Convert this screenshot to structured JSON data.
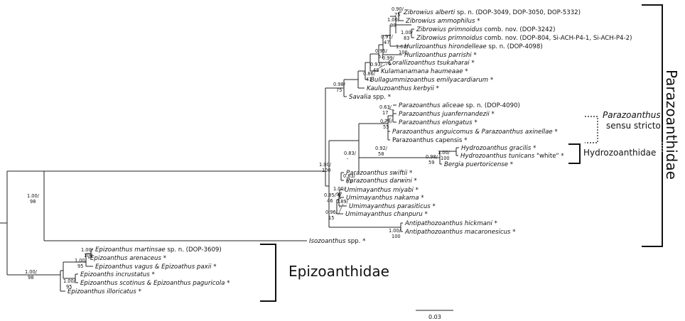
{
  "figure": {
    "scale_bar_label": "0.03",
    "families": {
      "parazoanthidae": "Parazoanthidae",
      "epizoanthidae": "Epizoanthidae",
      "hydrozoanthidae": "Hydrozoanthidae",
      "sensu_stricto_genus": "Parazoanthus",
      "sensu_stricto_suffix": "sensu stricto"
    }
  },
  "taxa": [
    {
      "id": "t1",
      "parts": [
        [
          "Zibrowius alberti",
          true
        ],
        [
          " sp. n. (DOP-3049, DOP-3050, DOP-5332)",
          false
        ]
      ]
    },
    {
      "id": "t2",
      "parts": [
        [
          "Zibrowius ammophilus",
          true
        ],
        [
          " *",
          false
        ]
      ]
    },
    {
      "id": "t3",
      "parts": [
        [
          "Zibrowius primnoidus",
          true
        ],
        [
          " comb. nov. (DOP-3242)",
          false
        ]
      ]
    },
    {
      "id": "t4",
      "parts": [
        [
          "Zibrowius primnoidus",
          true
        ],
        [
          " comb. nov. (DOP-804, Si-ACH-P4-1, Si-ACH-P4-2)",
          false
        ]
      ]
    },
    {
      "id": "t5",
      "parts": [
        [
          "Hurlizoanthus hirondelleae",
          true
        ],
        [
          " sp. n. (DOP-4098)",
          false
        ]
      ]
    },
    {
      "id": "t6",
      "parts": [
        [
          "Hurlizoanthus parrishi",
          true
        ],
        [
          " *",
          false
        ]
      ]
    },
    {
      "id": "t7",
      "parts": [
        [
          "Corallizoanthus tsukaharai",
          true
        ],
        [
          " *",
          false
        ]
      ]
    },
    {
      "id": "t8",
      "parts": [
        [
          "Kulamanamana haumeaae",
          true
        ],
        [
          " *",
          false
        ]
      ]
    },
    {
      "id": "t9",
      "parts": [
        [
          "Bullagummizoanthus emilyacardiarum",
          true
        ],
        [
          " *",
          false
        ]
      ]
    },
    {
      "id": "t10",
      "parts": [
        [
          "Kauluzoanthus kerbyii",
          true
        ],
        [
          " *",
          false
        ]
      ]
    },
    {
      "id": "t11",
      "parts": [
        [
          "Savalia",
          true
        ],
        [
          " spp.  *",
          false
        ]
      ]
    },
    {
      "id": "t12",
      "parts": [
        [
          "Parazoanthus aliceae",
          true
        ],
        [
          " sp. n. (DOP-4090)",
          false
        ]
      ]
    },
    {
      "id": "t13",
      "parts": [
        [
          "Parazoanthus juanfernandezii",
          true
        ],
        [
          " *",
          false
        ]
      ]
    },
    {
      "id": "t14",
      "parts": [
        [
          "Parazoanthus elongatus",
          true
        ],
        [
          " *",
          false
        ]
      ]
    },
    {
      "id": "t15",
      "parts": [
        [
          "Parazoanthus anguicomus & Parazoanthus axinellae",
          true
        ],
        [
          " *",
          false
        ]
      ]
    },
    {
      "id": "t16",
      "parts": [
        [
          "Parazoanthus capensis",
          false
        ],
        [
          "  *",
          false
        ]
      ]
    },
    {
      "id": "t17",
      "parts": [
        [
          "Hydrozoanthus gracilis",
          true
        ],
        [
          " *",
          false
        ]
      ]
    },
    {
      "id": "t18",
      "parts": [
        [
          "Hydrozoanthus tunicans",
          true
        ],
        [
          " \"white\"  *",
          false
        ]
      ]
    },
    {
      "id": "t19",
      "parts": [
        [
          "Bergia puertoricense",
          true
        ],
        [
          " *",
          false
        ]
      ]
    },
    {
      "id": "t20",
      "parts": [
        [
          "Parazoanthus swiftii",
          true
        ],
        [
          " *",
          false
        ]
      ]
    },
    {
      "id": "t21",
      "parts": [
        [
          "Parazoanthus darwini",
          true
        ],
        [
          " *",
          false
        ]
      ]
    },
    {
      "id": "t22",
      "parts": [
        [
          "Umimayanthus miyabi",
          true
        ],
        [
          " *",
          false
        ]
      ]
    },
    {
      "id": "t23",
      "parts": [
        [
          "Umimayanthus nakama",
          true
        ],
        [
          " *",
          false
        ]
      ]
    },
    {
      "id": "t24",
      "parts": [
        [
          "Umimayanthus parasiticus",
          true
        ],
        [
          " *",
          false
        ]
      ]
    },
    {
      "id": "t25",
      "parts": [
        [
          "Umimayanthus chanpuru",
          true
        ],
        [
          " *",
          false
        ]
      ]
    },
    {
      "id": "t26",
      "parts": [
        [
          "Antipathozoanthus hickmani",
          true
        ],
        [
          " *",
          false
        ]
      ]
    },
    {
      "id": "t27",
      "parts": [
        [
          "Antipathozoanthus macaronesicus",
          true
        ],
        [
          " *",
          false
        ]
      ]
    },
    {
      "id": "t28",
      "parts": [
        [
          "Isozoanthus",
          true
        ],
        [
          " spp.  *",
          false
        ]
      ]
    },
    {
      "id": "t29",
      "parts": [
        [
          "Epizoanthus martinsae",
          true
        ],
        [
          " sp. n. (DOP-3609)",
          false
        ]
      ]
    },
    {
      "id": "t30",
      "parts": [
        [
          "Epizoanthus arenaceus",
          true
        ],
        [
          " *",
          false
        ]
      ]
    },
    {
      "id": "t31",
      "parts": [
        [
          "Epizoanthus vagus & Epizoathus paxii",
          true
        ],
        [
          " *",
          false
        ]
      ]
    },
    {
      "id": "t32",
      "parts": [
        [
          "Epizoanths incrustatus",
          true
        ],
        [
          " *",
          false
        ]
      ]
    },
    {
      "id": "t33",
      "parts": [
        [
          "Epizoanthus scotinus & Epizoanthus paguricola",
          true
        ],
        [
          " *",
          false
        ]
      ]
    },
    {
      "id": "t34",
      "parts": [
        [
          "Epizoanthus illoricatus",
          true
        ],
        [
          " *",
          false
        ]
      ]
    }
  ],
  "supports": [
    {
      "id": "s1",
      "l1": "0.90/",
      "l2": "75"
    },
    {
      "id": "s2",
      "l1": "1.00/",
      "l2": "98"
    },
    {
      "id": "s3",
      "l1": "1.00/",
      "l2": "83"
    },
    {
      "id": "s4",
      "l1": "0.97/",
      "l2": "47"
    },
    {
      "id": "s5",
      "l1": "1.00/",
      "l2": "100"
    },
    {
      "id": "s6",
      "l1": "0.95/",
      "l2": "51"
    },
    {
      "id": "s7",
      "l1": "0.99/",
      "l2": "76"
    },
    {
      "id": "s8",
      "l1": "0.93/",
      "l2": "48"
    },
    {
      "id": "s9",
      "l1": "0.86/",
      "l2": "41"
    },
    {
      "id": "s10",
      "l1": "0.98/",
      "l2": "75"
    },
    {
      "id": "s11",
      "l1": "0.63/",
      "l2": "17"
    },
    {
      "id": "s12",
      "l1": "0.78/",
      "l2": "55"
    },
    {
      "id": "s13",
      "l1": "0.83/",
      "l2": "-"
    },
    {
      "id": "s14",
      "l1": "0.92/",
      "l2": "58"
    },
    {
      "id": "s15",
      "l1": "0.98/",
      "l2": "59"
    },
    {
      "id": "s16",
      "l1": "1.00/",
      "l2": "100"
    },
    {
      "id": "s17",
      "l1": "1.00/",
      "l2": "100"
    },
    {
      "id": "s18",
      "l1": "0.83/",
      "l2": "91"
    },
    {
      "id": "s19",
      "l1": "1.00/",
      "l2": "97"
    },
    {
      "id": "s20",
      "l1": "0.85/",
      "l2": "46"
    },
    {
      "id": "s21",
      "l1": "0.89/",
      "l2": "-"
    },
    {
      "id": "s22",
      "l1": "0.96/",
      "l2": "15"
    },
    {
      "id": "s23",
      "l1": "1.00/",
      "l2": "100"
    },
    {
      "id": "s24",
      "l1": "1.00/",
      "l2": "98"
    },
    {
      "id": "s25",
      "l1": "1.00/",
      "l2": "100"
    },
    {
      "id": "s26",
      "l1": "1.00/",
      "l2": "95"
    },
    {
      "id": "s27",
      "l1": "1.00/",
      "l2": "95"
    },
    {
      "id": "s28",
      "l1": "1.00/",
      "l2": "98"
    }
  ]
}
